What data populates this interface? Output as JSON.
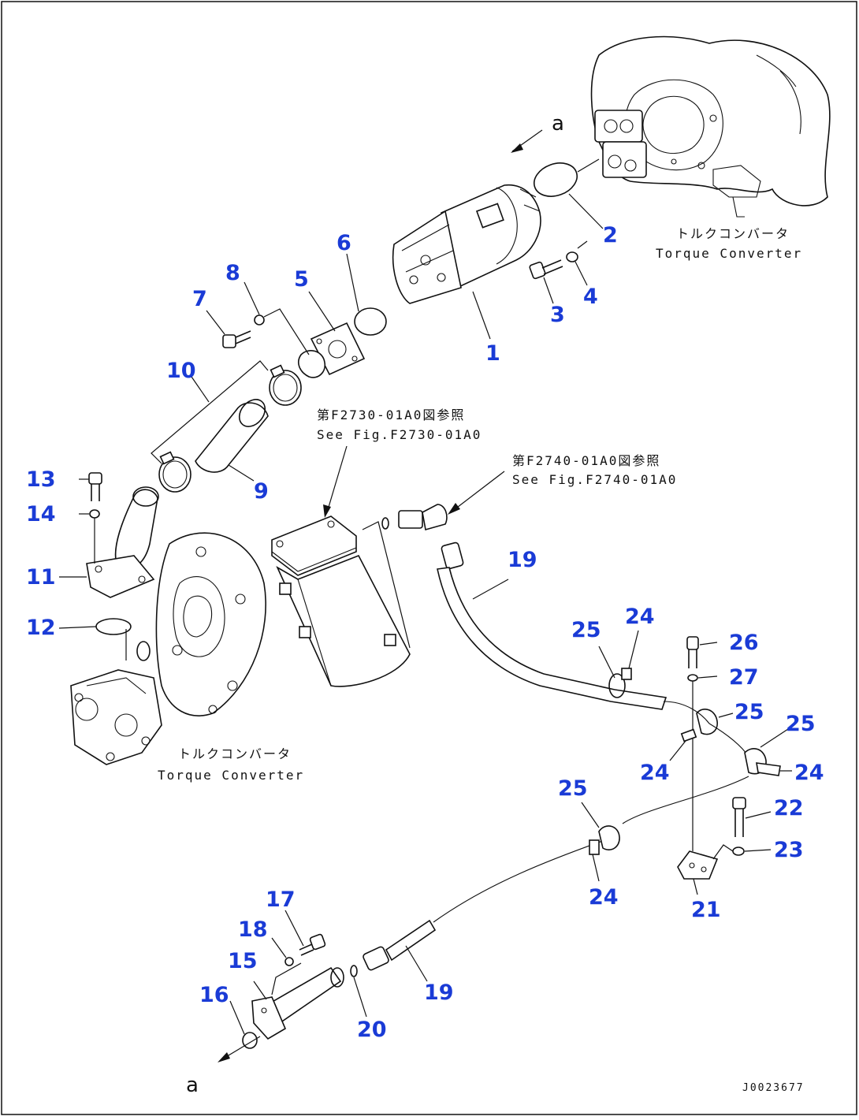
{
  "callouts": [
    {
      "id": "1",
      "label": "1"
    },
    {
      "id": "2",
      "label": "2"
    },
    {
      "id": "3",
      "label": "3"
    },
    {
      "id": "4",
      "label": "4"
    },
    {
      "id": "5",
      "label": "5"
    },
    {
      "id": "6",
      "label": "6"
    },
    {
      "id": "7",
      "label": "7"
    },
    {
      "id": "8",
      "label": "8"
    },
    {
      "id": "9",
      "label": "9"
    },
    {
      "id": "10",
      "label": "10"
    },
    {
      "id": "11",
      "label": "11"
    },
    {
      "id": "12",
      "label": "12"
    },
    {
      "id": "13",
      "label": "13"
    },
    {
      "id": "14",
      "label": "14"
    },
    {
      "id": "15",
      "label": "15"
    },
    {
      "id": "16",
      "label": "16"
    },
    {
      "id": "17",
      "label": "17"
    },
    {
      "id": "18",
      "label": "18"
    },
    {
      "id": "19a",
      "label": "19"
    },
    {
      "id": "19b",
      "label": "19"
    },
    {
      "id": "20",
      "label": "20"
    },
    {
      "id": "21",
      "label": "21"
    },
    {
      "id": "22",
      "label": "22"
    },
    {
      "id": "23",
      "label": "23"
    },
    {
      "id": "24a",
      "label": "24"
    },
    {
      "id": "24b",
      "label": "24"
    },
    {
      "id": "24c",
      "label": "24"
    },
    {
      "id": "24d",
      "label": "24"
    },
    {
      "id": "25a",
      "label": "25"
    },
    {
      "id": "25b",
      "label": "25"
    },
    {
      "id": "25c",
      "label": "25"
    },
    {
      "id": "25d",
      "label": "25"
    },
    {
      "id": "26",
      "label": "26"
    },
    {
      "id": "27",
      "label": "27"
    }
  ],
  "references": {
    "fig_2730_jp": "第F2730-01A0図参照",
    "fig_2730_en": "See Fig.F2730-01A0",
    "fig_2740_jp": "第F2740-01A0図参照",
    "fig_2740_en": "See Fig.F2740-01A0"
  },
  "assembly_labels": {
    "torque_converter_top_jp": "トルクコンバータ",
    "torque_converter_top_en": "Torque Converter",
    "torque_converter_bottom_jp": "トルクコンバータ",
    "torque_converter_bottom_en": "Torque Converter"
  },
  "connection_markers": {
    "top": "a",
    "bottom": "a"
  },
  "drawing_code": "J0023677",
  "colors": {
    "callout": "#1a3bd6",
    "line": "#111111",
    "background": "#ffffff"
  }
}
